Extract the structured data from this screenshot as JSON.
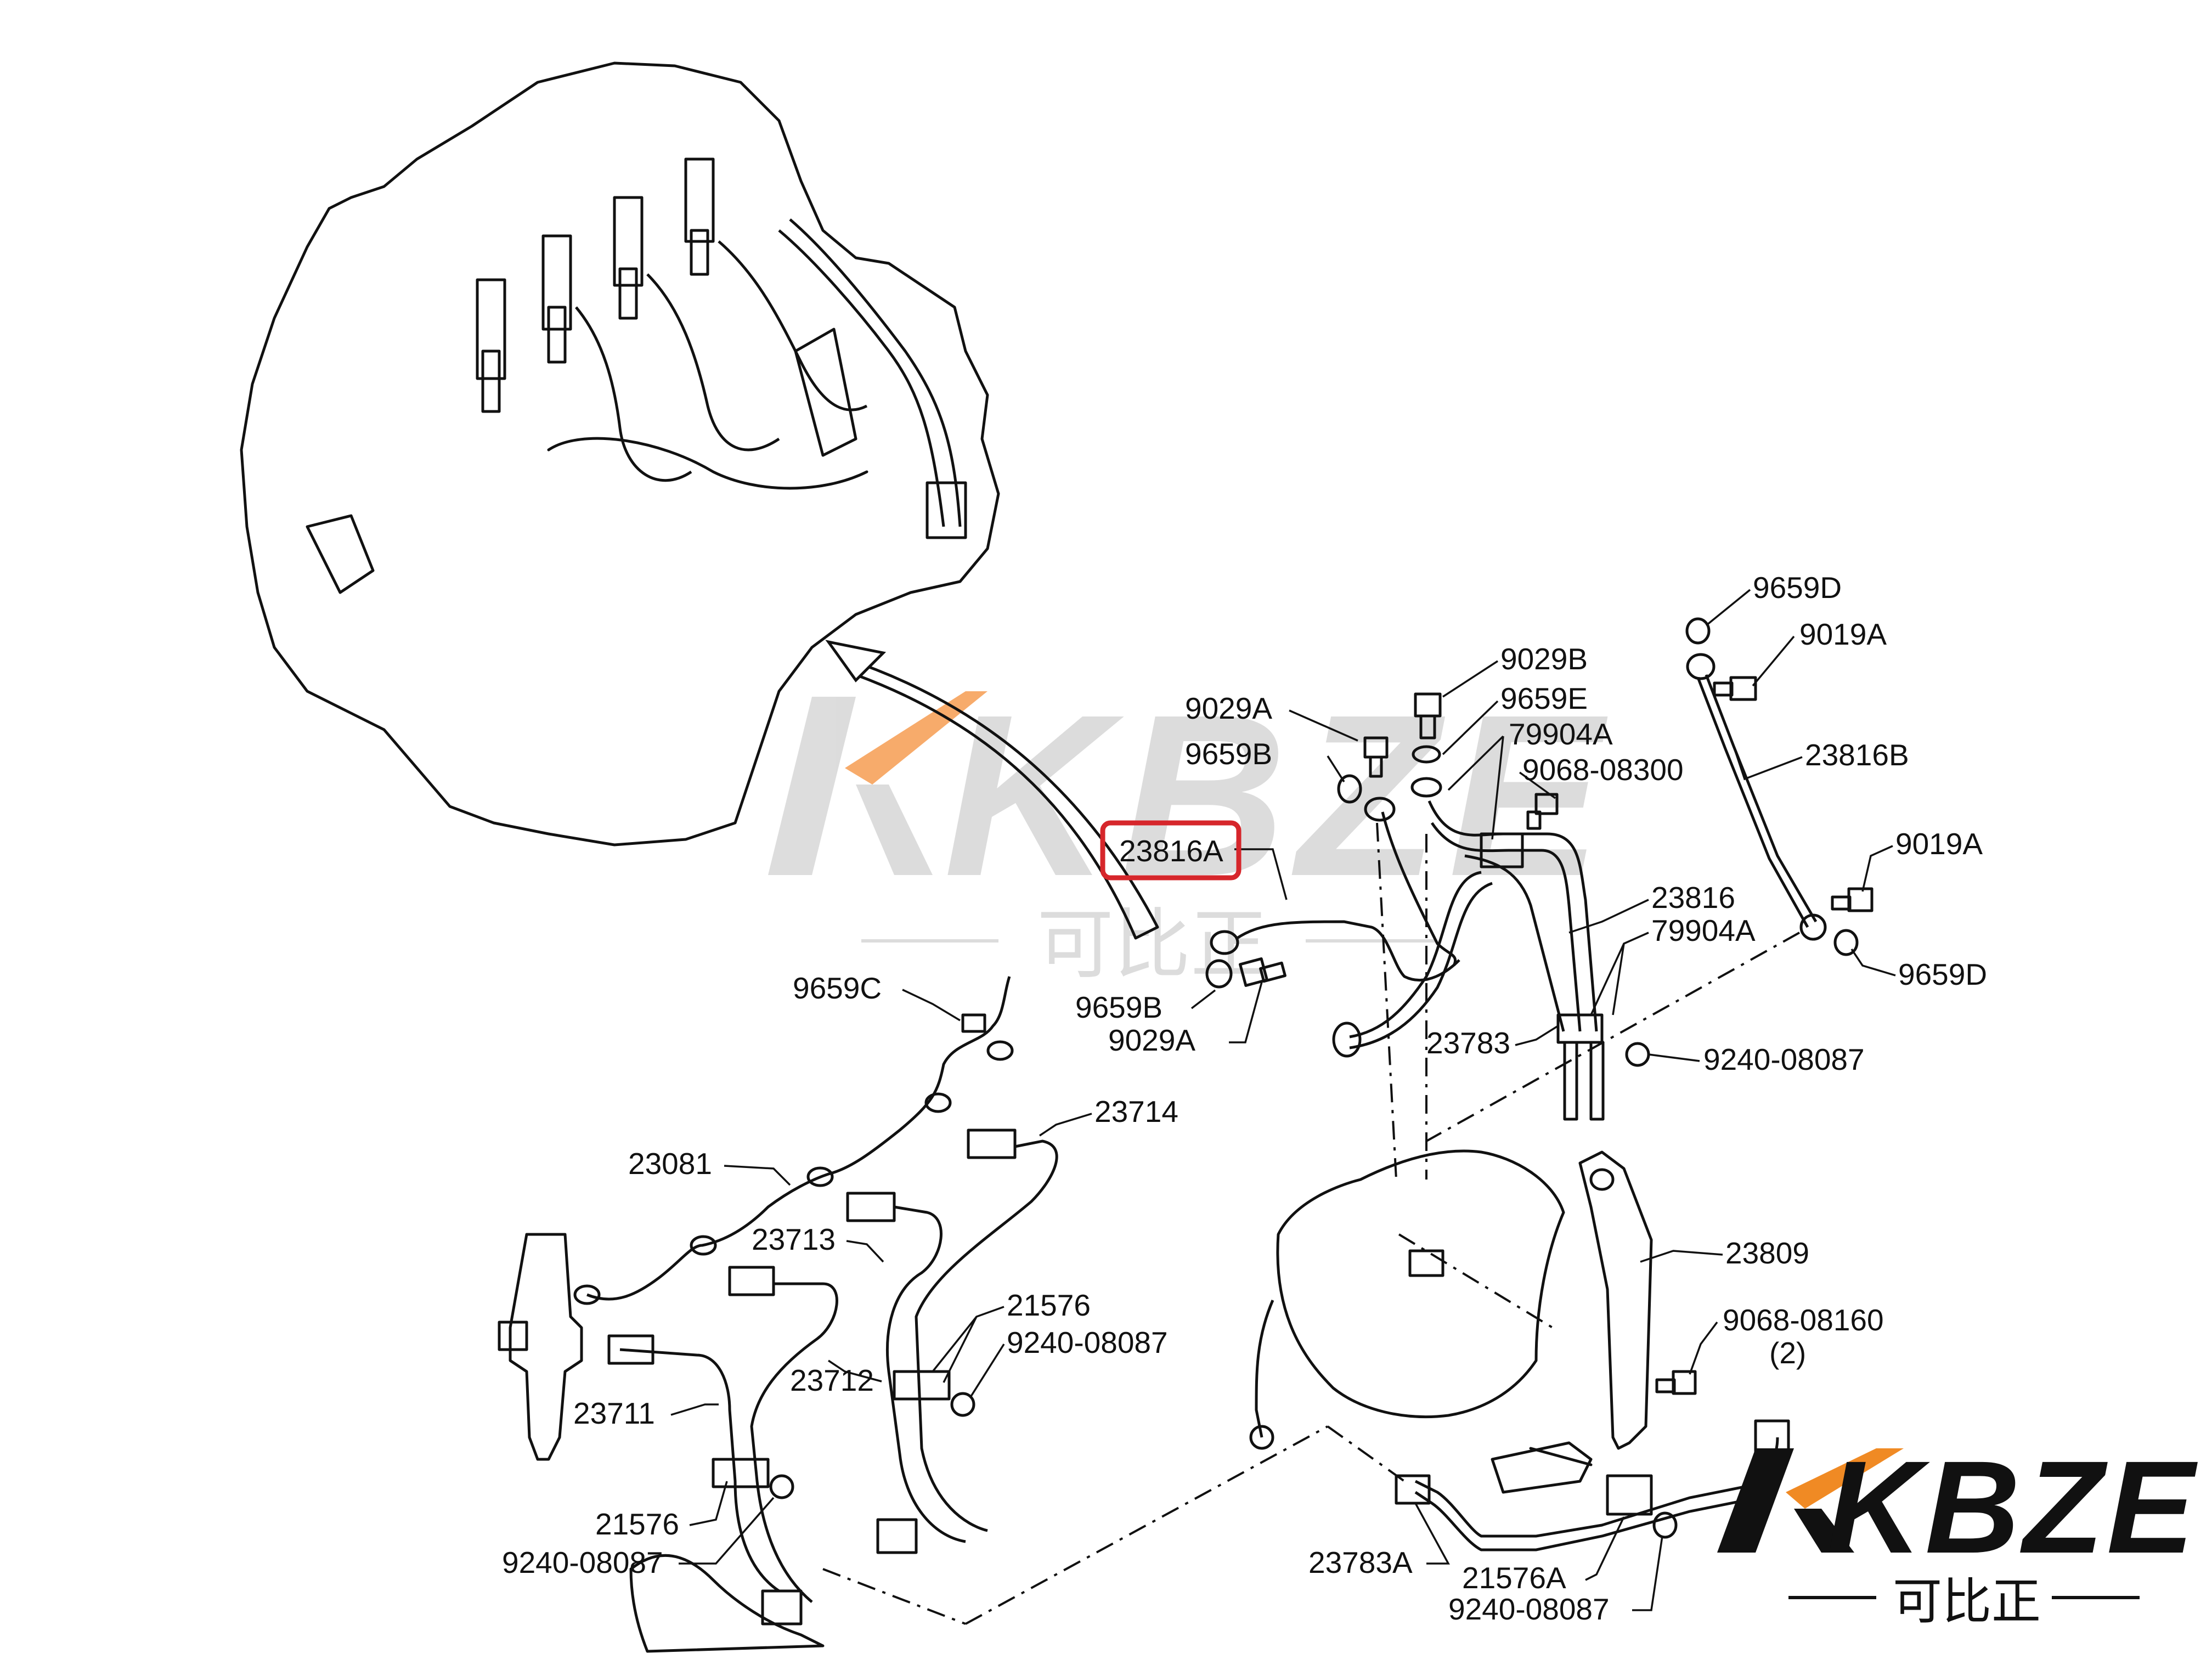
{
  "labels": {
    "l9659D_top": "9659D",
    "l9019A_top": "9019A",
    "l9029B": "9029B",
    "l9659E": "9659E",
    "l79904A_top": "79904A",
    "l9068_08300": "9068-08300",
    "l9029A_top": "9029A",
    "l9659B_top": "9659B",
    "l23816A": "23816A",
    "l23816B": "23816B",
    "l9019A_mid": "9019A",
    "l23816": "23816",
    "l79904A_mid": "79904A",
    "l9659D_mid": "9659D",
    "l9659B_low": "9659B",
    "l9029A_low": "9029A",
    "l23783": "23783",
    "l9240_08087_a": "9240-08087",
    "l9659C": "9659C",
    "l23714": "23714",
    "l23081": "23081",
    "l23713": "23713",
    "l21576_a": "21576",
    "l9240_08087_b": "9240-08087",
    "l23712": "23712",
    "l23711": "23711",
    "l21576_b": "21576",
    "l9240_08087_c": "9240-08087",
    "l23809": "23809",
    "l9068_08160": "9068-08160",
    "l9068_08160_qty": "(2)",
    "l23783A": "23783A",
    "l21576A": "21576A",
    "l9240_08087_d": "9240-08087"
  },
  "highlight": {
    "label": "23816A",
    "color": "#d6262b"
  },
  "watermark": {
    "text": "KBZE",
    "subtext": "可比正",
    "color": "#d9d9d9",
    "accent": "#f7a35c"
  },
  "logo": {
    "text": "KBZE",
    "subtext": "可比正",
    "color": "#111111",
    "accent": "#f08a24"
  }
}
